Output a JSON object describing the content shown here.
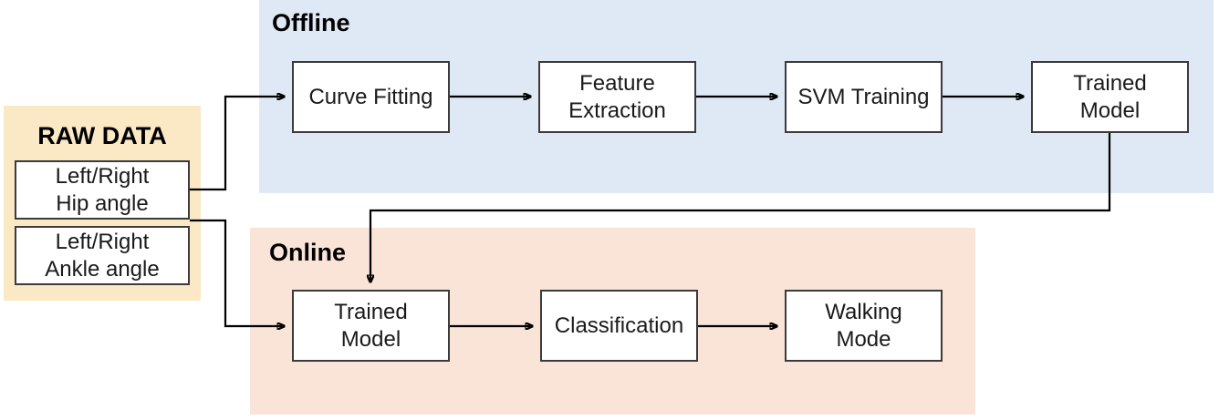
{
  "diagram": {
    "title": "Offline/Online SVM walking mode classification pipeline",
    "colors": {
      "offline_panel": "#dfe9f5",
      "online_panel": "#fae4d7",
      "raw_data_panel": "#fbe9c6",
      "node_border": "#3b3b3b",
      "node_fill": "#ffffff",
      "arrow": "#000000"
    }
  },
  "raw_data": {
    "title": "RAW DATA",
    "items": [
      {
        "id": "hip",
        "label": "Left/Right\nHip angle"
      },
      {
        "id": "ankle",
        "label": "Left/Right\nAnkle angle"
      }
    ]
  },
  "offline": {
    "label": "Offline",
    "nodes": [
      {
        "id": "curve-fitting",
        "label": "Curve Fitting"
      },
      {
        "id": "feature-extraction",
        "label": "Feature\nExtraction"
      },
      {
        "id": "svm-training",
        "label": "SVM Training"
      },
      {
        "id": "trained-model",
        "label": "Trained\nModel"
      }
    ]
  },
  "online": {
    "label": "Online",
    "nodes": [
      {
        "id": "trained-model-online",
        "label": "Trained\nModel"
      },
      {
        "id": "classification",
        "label": "Classification"
      },
      {
        "id": "walking-mode",
        "label": "Walking\nMode"
      }
    ]
  },
  "connections": [
    {
      "from": "hip",
      "to": "curve-fitting"
    },
    {
      "from": "curve-fitting",
      "to": "feature-extraction"
    },
    {
      "from": "feature-extraction",
      "to": "svm-training"
    },
    {
      "from": "svm-training",
      "to": "trained-model"
    },
    {
      "from": "trained-model",
      "to": "trained-model-online"
    },
    {
      "from": "ankle",
      "to": "trained-model-online"
    },
    {
      "from": "trained-model-online",
      "to": "classification"
    },
    {
      "from": "classification",
      "to": "walking-mode"
    }
  ]
}
